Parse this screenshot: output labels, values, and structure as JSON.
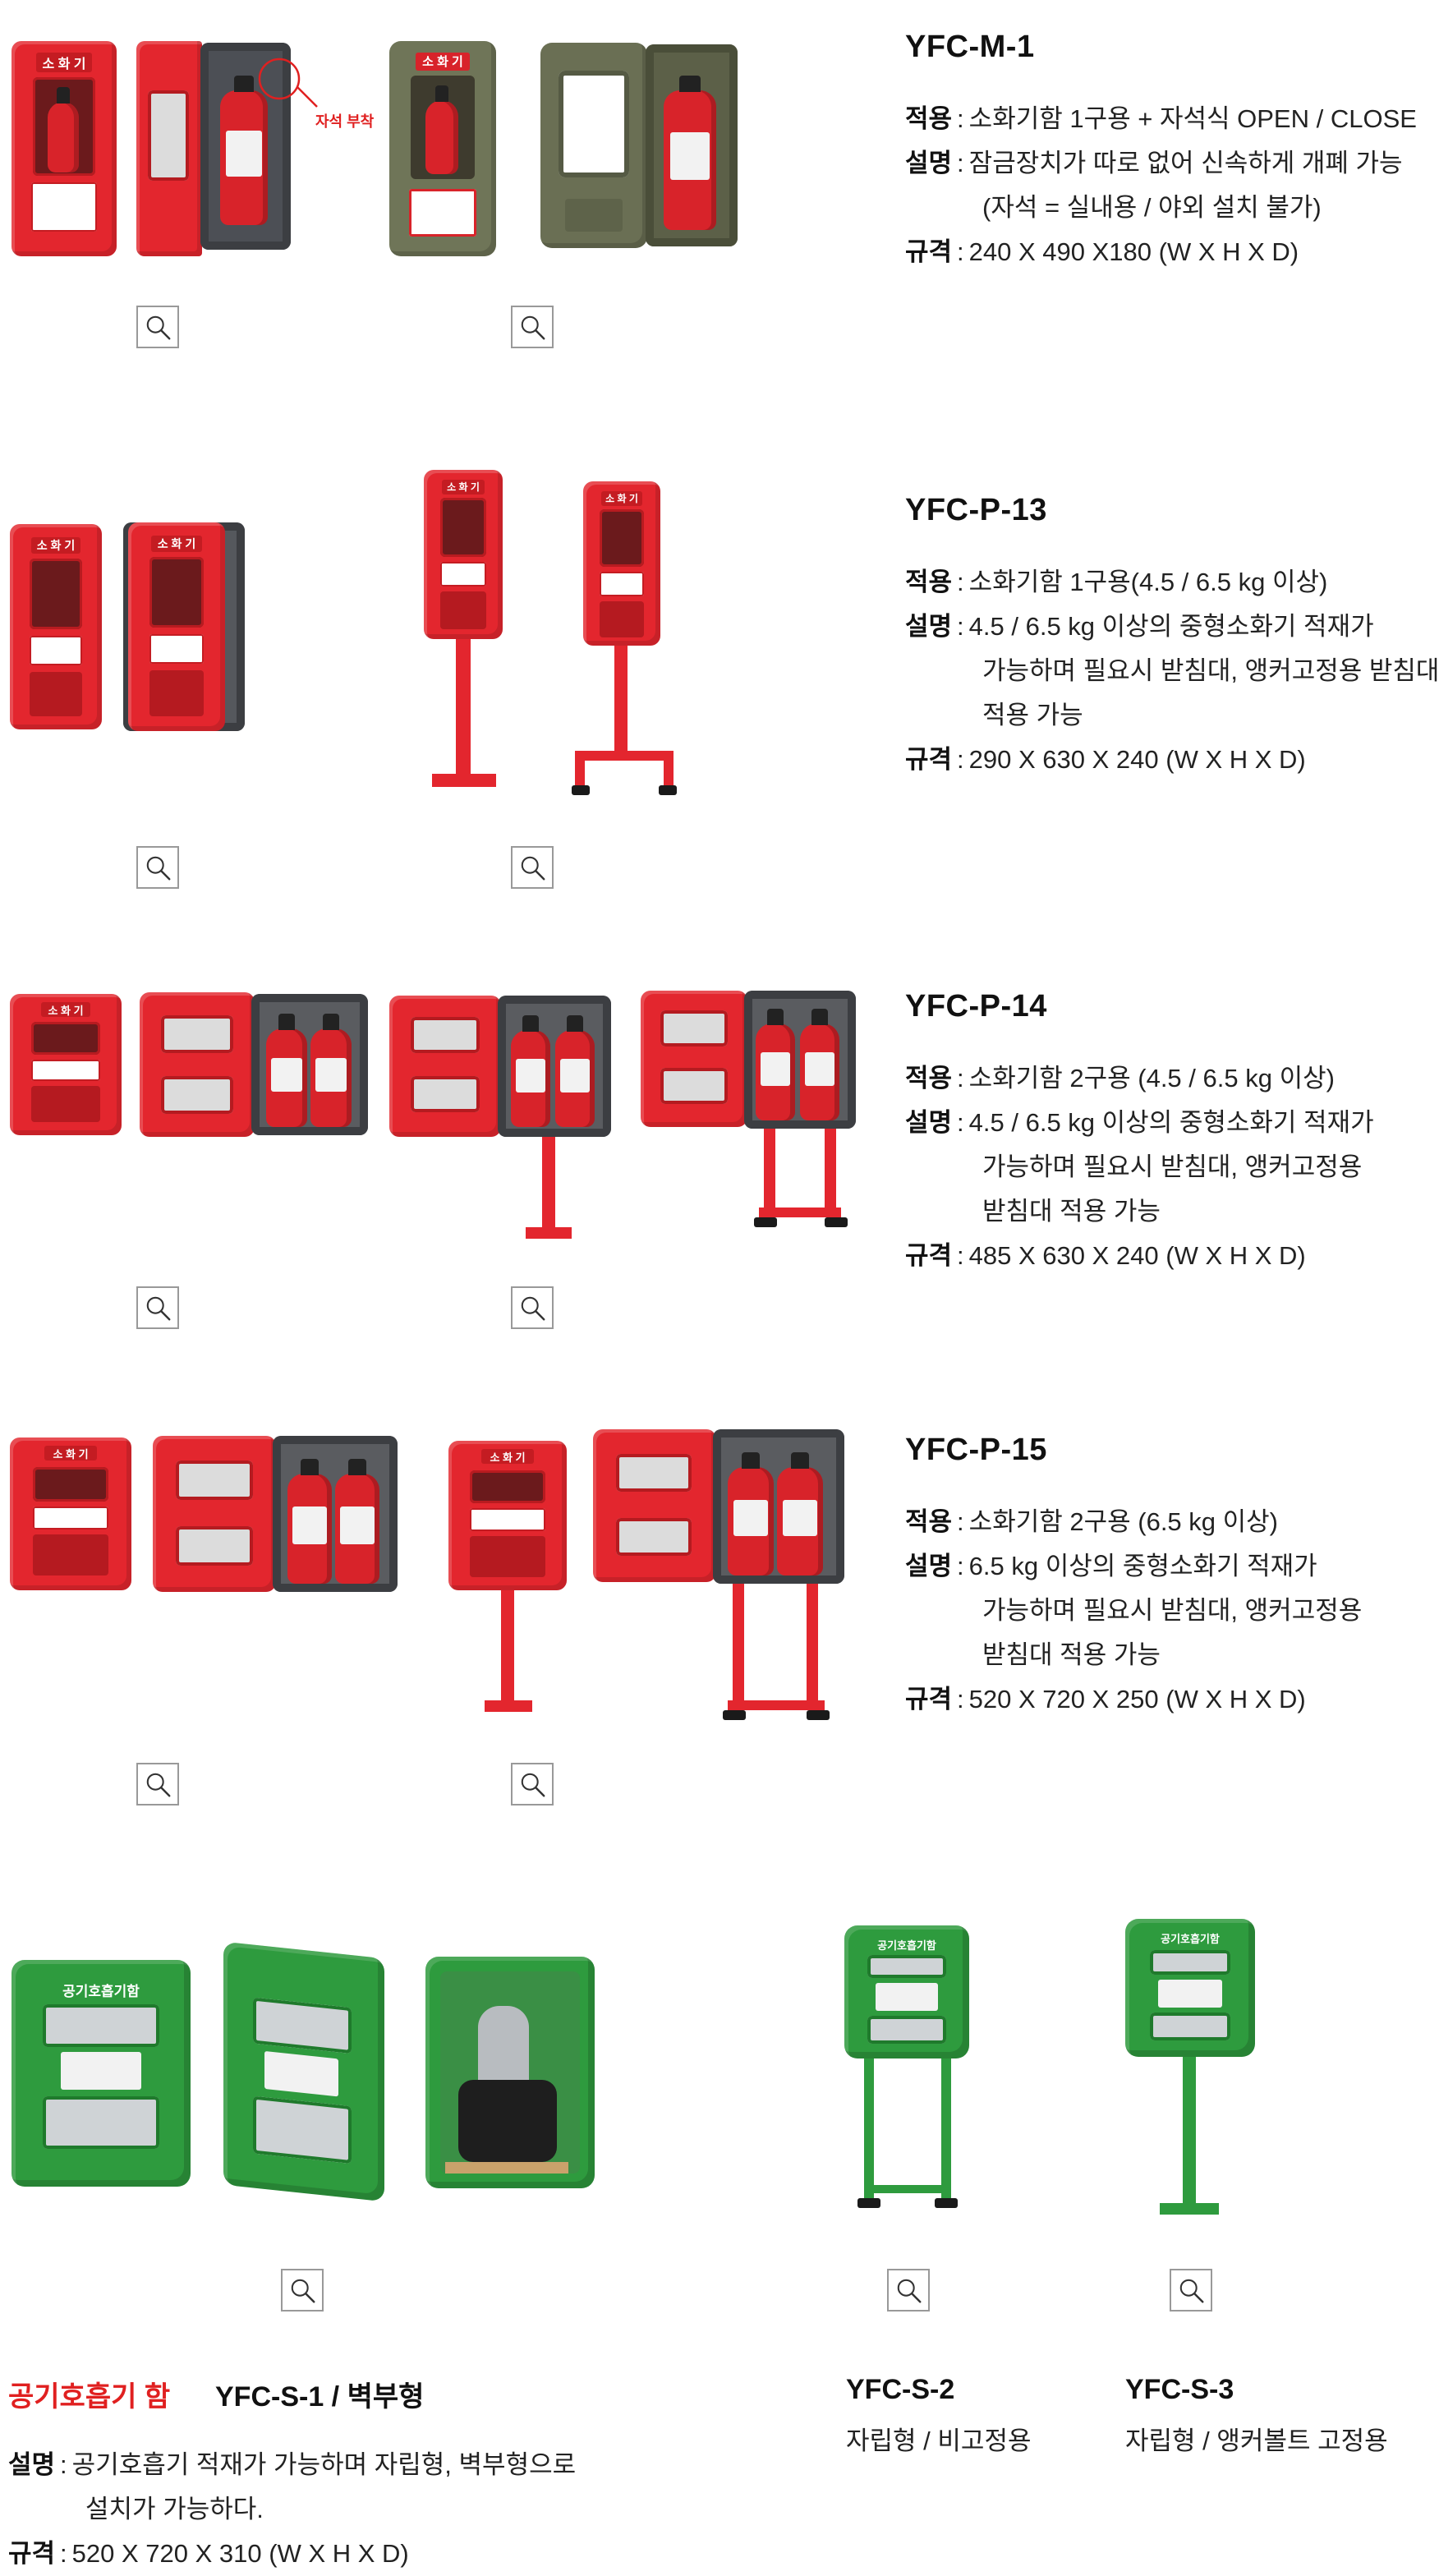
{
  "products": [
    {
      "model": "YFC-M-1",
      "labels": {
        "apply": "적용",
        "desc": "설명",
        "spec": "규격"
      },
      "apply": "소화기함 1구용 + 자석식 OPEN / CLOSE",
      "desc_lines": [
        "잠금장치가 따로 없어 신속하게 개폐 가능",
        "(자석 = 실내용 / 야외 설치 불가)"
      ],
      "spec": "240 X 490 X180 (W X H X D)"
    },
    {
      "model": "YFC-P-13",
      "labels": {
        "apply": "적용",
        "desc": "설명",
        "spec": "규격"
      },
      "apply": "소화기함 1구용(4.5 / 6.5 kg 이상)",
      "desc_lines": [
        "4.5 / 6.5 kg 이상의 중형소화기 적재가",
        "가능하며 필요시 받침대, 앵커고정용 받침대",
        "적용 가능"
      ],
      "spec": "290 X 630 X 240 (W X H X D)"
    },
    {
      "model": "YFC-P-14",
      "labels": {
        "apply": "적용",
        "desc": "설명",
        "spec": "규격"
      },
      "apply": "소화기함 2구용 (4.5 / 6.5 kg 이상)",
      "desc_lines": [
        "4.5 / 6.5 kg 이상의 중형소화기 적재가",
        "가능하며 필요시 받침대, 앵커고정용",
        "받침대 적용 가능"
      ],
      "spec": "485 X 630 X 240 (W X H X D)"
    },
    {
      "model": "YFC-P-15",
      "labels": {
        "apply": "적용",
        "desc": "설명",
        "spec": "규격"
      },
      "apply": "소화기함 2구용 (6.5 kg 이상)",
      "desc_lines": [
        "6.5 kg 이상의 중형소화기 적재가",
        "가능하며 필요시 받침대, 앵커고정용",
        "받침대 적용 가능"
      ],
      "spec": "520 X 720 X 250 (W X H X D)"
    }
  ],
  "image_text": {
    "cabinet_tag": "소 화 기",
    "magnet_callout": "자석 부착",
    "air_tag": "공기호흡기함"
  },
  "air_section": {
    "category": "공기호흡기 함",
    "s1_title": "YFC-S-1 / 벽부형",
    "s1_labels": {
      "desc": "설명",
      "spec": "규격"
    },
    "s1_desc_lines": [
      "공기호흡기 적재가 가능하며 자립형, 벽부형으로",
      "설치가 가능하다."
    ],
    "s1_spec": "520 X 720 X 310 (W X H X D)",
    "s2_title": "YFC-S-2",
    "s2_sub": "자립형 / 비고정용",
    "s3_title": "YFC-S-3",
    "s3_sub": "자립형 / 앵커볼트 고정용"
  },
  "colors": {
    "accent_red": "#e02020",
    "cabinet_red": "#e3262e",
    "cabinet_green": "#2e9b3e"
  },
  "icons": {
    "zoom": "magnifier-icon"
  }
}
